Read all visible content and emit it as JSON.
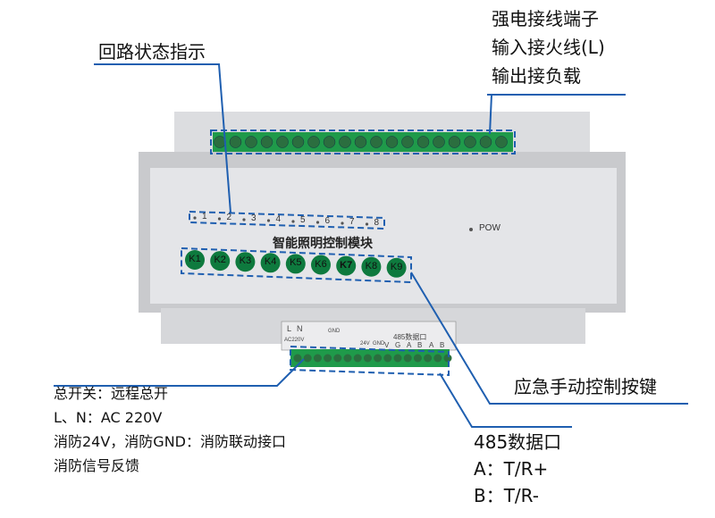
{
  "device": {
    "title": "智能照明控制模块",
    "indicators": [
      "1",
      "2",
      "3",
      "4",
      "5",
      "6",
      "7",
      "8"
    ],
    "power_label": "POW",
    "buttons": [
      "K1",
      "K2",
      "K3",
      "K4",
      "K5",
      "K6",
      "K7",
      "K8",
      "K9"
    ],
    "bottom_terminal_labels": [
      "L",
      "N",
      "AC220V",
      "GND",
      "24V",
      "GND",
      "485数据口",
      "V",
      "G",
      "A",
      "B",
      "A",
      "B"
    ],
    "button_color": "#0e7a3e",
    "terminal_color": "#1f9a4a",
    "annotation_color": "#1f5fb0"
  },
  "annotations": {
    "strong_terminal": [
      "强电接线端子",
      "输入接火线(L)",
      "输出接负载"
    ],
    "loop_status": "回路状态指示",
    "manual_keys": "应急手动控制按键",
    "left_bottom": [
      "总开关：远程总开",
      "L、N：AC 220V",
      "消防24V，消防GND：消防联动接口",
      "消防信号反馈"
    ],
    "rs485": [
      "485数据口",
      "A：T/R+",
      "B：T/R-"
    ]
  }
}
